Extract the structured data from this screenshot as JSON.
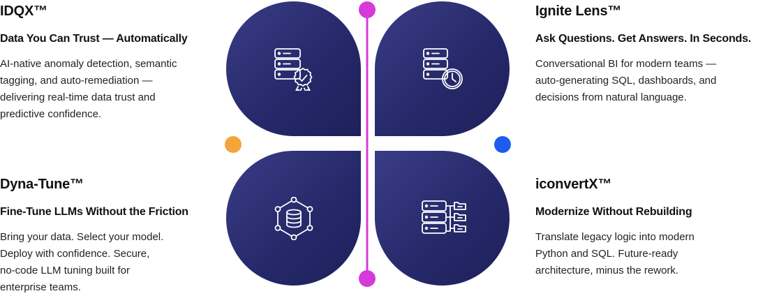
{
  "products": [
    {
      "title": "IDQX™",
      "subtitle": "Data You Can Trust — Automatically",
      "lines": [
        "AI-native anomaly detection, semantic",
        "tagging, and auto-remediation —",
        "delivering real-time data trust and",
        "predictive confidence."
      ],
      "icon": "database-badge-check-icon"
    },
    {
      "title": "Ignite Lens™",
      "subtitle": "Ask Questions. Get Answers. In Seconds.",
      "lines": [
        "Conversational BI for modern teams —",
        "auto-generating SQL, dashboards, and",
        "decisions from natural language."
      ],
      "icon": "database-clock-icon"
    },
    {
      "title": "Dyna-Tune™",
      "subtitle": "Fine-Tune LLMs Without the Friction",
      "lines": [
        "Bring your data. Select your model.",
        "Deploy with confidence. Secure,",
        "no-code LLM tuning built for",
        "enterprise teams."
      ],
      "icon": "database-network-icon"
    },
    {
      "title": "iconvertX™",
      "subtitle": "Modernize Without Rebuilding",
      "lines": [
        "Translate legacy logic into modern",
        "Python and SQL. Future-ready",
        "architecture, minus the rework."
      ],
      "icon": "database-folders-icon"
    }
  ],
  "colors": {
    "petal": "#26296a",
    "axis_top": "#d63ad8",
    "axis_left": "#f4a43a",
    "axis_right": "#1e5cf0"
  }
}
